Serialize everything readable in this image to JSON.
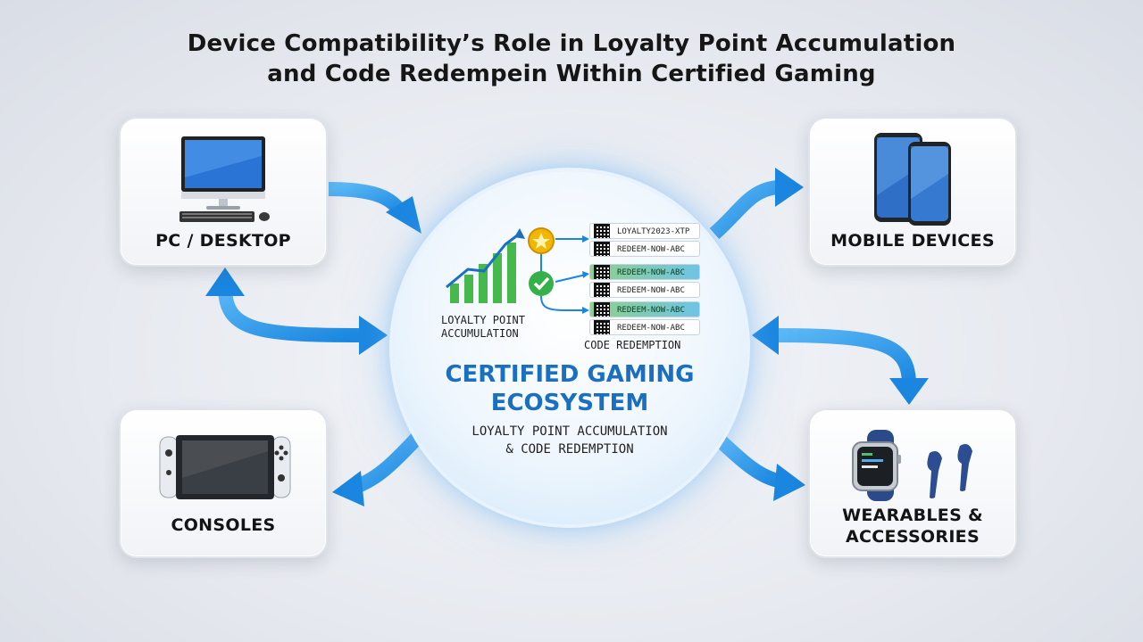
{
  "title": {
    "line1": "Device Compatibility’s Role in Loyalty Point Accumulation",
    "line2": "and Code Redempein Within Certified Gaming"
  },
  "devices": {
    "pc": {
      "label": "PC / DESKTOP",
      "icon": "desktop-computer-icon"
    },
    "mobile": {
      "label": "MOBILE DEVICES",
      "icon": "smartphones-icon"
    },
    "consoles": {
      "label": "CONSOLES",
      "icon": "handheld-console-icon"
    },
    "wearables": {
      "label_line1": "WEARABLES &",
      "label_line2": "ACCESSORIES",
      "icon": "smartwatch-earbuds-icon"
    }
  },
  "hub": {
    "title_line1": "CERTIFIED GAMING",
    "title_line2": "ECOSYSTEM",
    "subtitle_line1": "LOYALTY POINT ACCUMULATION",
    "subtitle_line2": "& CODE REDEMPTION",
    "loyalty_label_line1": "LOYALTY POINT",
    "loyalty_label_line2": "ACCUMULATION",
    "code_label": "CODE REDEMPTION",
    "codes": [
      "LOYALTY2023-XTP",
      "REDEEM-NOW-ABC",
      "REDEEM-NOW-ABC",
      "REDEEM-NOW-ABC",
      "REDEEM-NOW-ABC",
      "REDEEM-NOW-ABC"
    ]
  },
  "colors": {
    "arrow": "#1a86e0",
    "arrow_light": "#5bb8f5",
    "hub_title": "#1a6fc0",
    "bar_green": "#3bb54a",
    "coin_gold": "#f2b705",
    "check_green": "#35b04a"
  }
}
